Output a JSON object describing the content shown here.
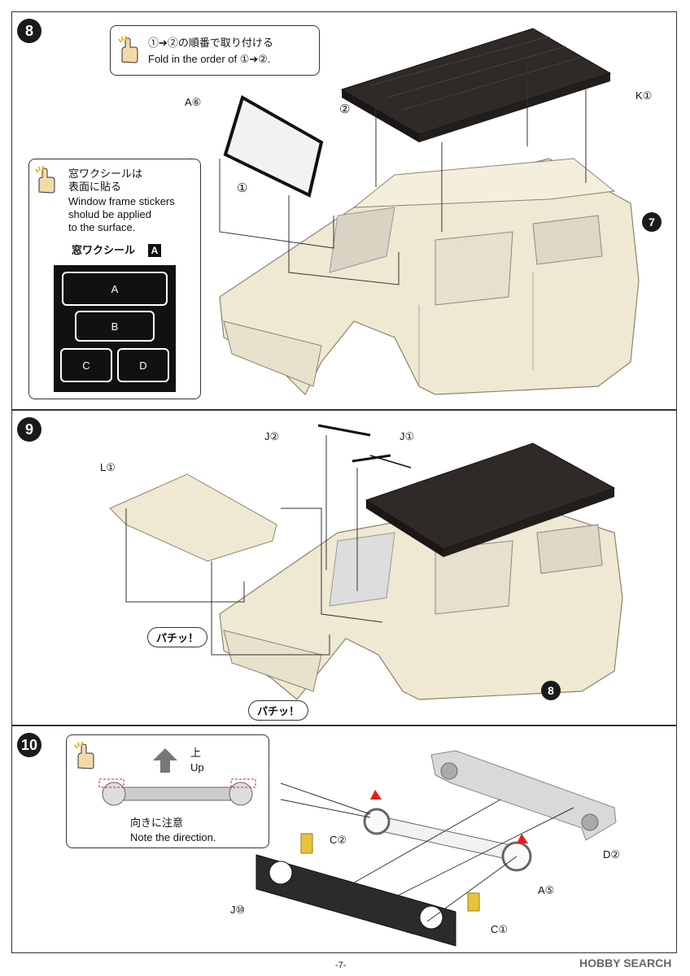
{
  "step8": {
    "number": "8",
    "note_jp": "①➔②の順番で取り付ける",
    "note_en": "Fold in the order of ①➔②.",
    "part_windshield": "A⑥",
    "part_roof": "K①",
    "order_1": "①",
    "order_2": "②",
    "ref_step": "7",
    "sticker_note_jp_line1": "窓ワクシールは",
    "sticker_note_jp_line2": "表面に貼る",
    "sticker_note_en_line1": "Window frame stickers",
    "sticker_note_en_line2": "sholud be applied",
    "sticker_note_en_line3": "to the surface.",
    "sticker_sheet_title": "窓ワクシール",
    "sticker_sheet_badge": "A",
    "stickers": [
      "A",
      "B",
      "C",
      "D"
    ]
  },
  "step9": {
    "number": "9",
    "part_hood": "L①",
    "part_wiper_2": "J②",
    "part_wiper_1": "J①",
    "snap_1": "パチッ！",
    "snap_2": "パチッ！",
    "ref_step": "8"
  },
  "step10": {
    "number": "10",
    "up_jp": "上",
    "up_en": "Up",
    "direction_jp": "向きに注意",
    "direction_en": "Note the direction.",
    "part_c2": "C②",
    "part_j10": "J⑩",
    "part_a5": "A⑤",
    "part_c1": "C①",
    "part_d2": "D②"
  },
  "footer": {
    "page": "-7-",
    "watermark": "HOBBY SEARCH"
  },
  "colors": {
    "body": "#efe8d2",
    "roof": "#2f2a28",
    "line": "#333333",
    "accent_red": "#e02020"
  }
}
